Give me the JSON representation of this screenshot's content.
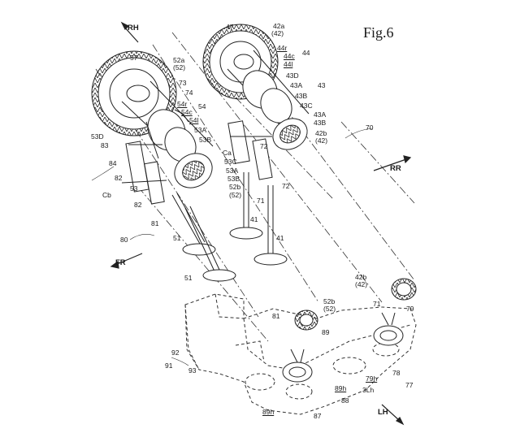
{
  "figure": {
    "title": "Fig.6"
  },
  "directions": {
    "rh": "RH",
    "rr": "RR",
    "fr": "FR",
    "lh": "LH"
  },
  "labels": {
    "n47": "47",
    "n42a": "42a",
    "n42a_p": "(42)",
    "n44r": "44r",
    "n44": "44",
    "n44c": "44c",
    "n44l": "44l",
    "n43D": "43D",
    "n43A_top": "43A",
    "n43": "43",
    "n43B_top": "43B",
    "n43C": "43C",
    "n43A_mid": "43A",
    "n43B_mid": "43B",
    "n42b_top": "42b",
    "n42b_top_p": "(42)",
    "n70": "70",
    "n57": "57",
    "n52a": "52a",
    "n52a_p": "(52)",
    "n73": "73",
    "n74": "74",
    "n54r": "54r",
    "n54c": "54c",
    "n54l": "54l",
    "n54": "54",
    "n53A_top": "53A",
    "n53B_top": "53B",
    "n53D": "53D",
    "n83": "83",
    "n84": "84",
    "n82a": "82",
    "nCb": "Cb",
    "n53": "53",
    "n82b": "82",
    "nCa": "Ca",
    "n53C": "53C",
    "n53A_low": "53A",
    "n53B_low": "53B",
    "n52b_mid": "52b",
    "n52b_mid_p": "(52)",
    "n72a": "72",
    "n72b": "72",
    "n71a": "71",
    "n41a": "41",
    "n41b": "41",
    "n81a": "81",
    "n80": "80",
    "n51a": "51",
    "n51b": "51",
    "n42b_low": "42b",
    "n42b_low_p": "(42)",
    "n79": "79",
    "n52b_low": "52b",
    "n52b_low_p": "(52)",
    "n71b": "71",
    "n81b": "81",
    "n89": "89",
    "n92": "92",
    "n91": "91",
    "n93": "93",
    "n89h_a": "89h",
    "n89h_b": "89h",
    "n88": "88",
    "n87": "87",
    "n79h": "79h",
    "n3Lh": "3Lh",
    "n78": "78",
    "n77": "77"
  }
}
